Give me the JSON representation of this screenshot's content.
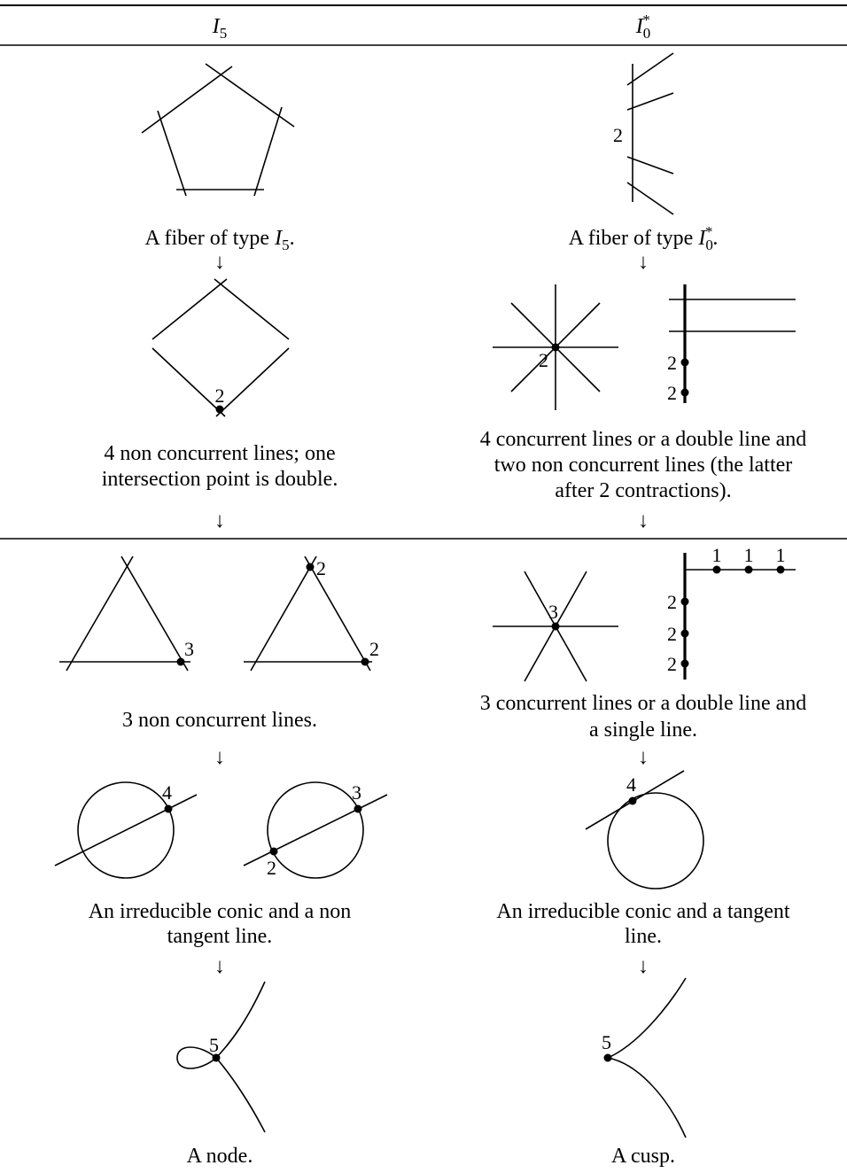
{
  "header": {
    "left_label": "I",
    "left_sub": "5",
    "right_label": "I",
    "right_sub": "0",
    "right_sup": "*"
  },
  "left_column": {
    "caption_1_prefix": "A fiber of type ",
    "caption_1_label": "I",
    "caption_1_sub": "5",
    "caption_1_suffix": ".",
    "caption_2_line1": "4 non concurrent lines; one",
    "caption_2_line2": "intersection point is double.",
    "caption_3": "3 non concurrent lines.",
    "caption_4_line1": "An irreducible conic and a non",
    "caption_4_line2": "tangent line.",
    "caption_5": "A node."
  },
  "right_column": {
    "caption_1_prefix": "A fiber of type ",
    "caption_1_label": "I",
    "caption_1_sub": "0",
    "caption_1_sup": "*",
    "caption_1_suffix": ".",
    "caption_2_line1": "4 concurrent lines or a double line and",
    "caption_2_line2": "two non concurrent lines (the latter",
    "caption_2_line3": "after 2 contractions).",
    "caption_3_line1": "3 concurrent lines or a double line and",
    "caption_3_line2": "a single line.",
    "caption_4_line1": "An irreducible conic and a tangent",
    "caption_4_line2": "line.",
    "caption_5": "A cusp."
  },
  "arrow": "↓",
  "multiplicity_labels": {
    "i0_component": "2",
    "double_point_left": "2",
    "star_center": "2",
    "double_line_top": "2",
    "double_line_bottom": "2",
    "triangle_a_vertex": "3",
    "triangle_b_top": "2",
    "triangle_b_right": "2",
    "star3_center": "3",
    "single_line_1": "1",
    "single_line_2": "1",
    "single_line_3": "1",
    "double_line_3a": "2",
    "double_line_3b": "2",
    "double_line_3c": "2",
    "conic_a_point": "4",
    "conic_b_upper": "3",
    "conic_b_lower": "2",
    "conic_tangent_point": "4",
    "node_point": "5",
    "cusp_point": "5"
  }
}
